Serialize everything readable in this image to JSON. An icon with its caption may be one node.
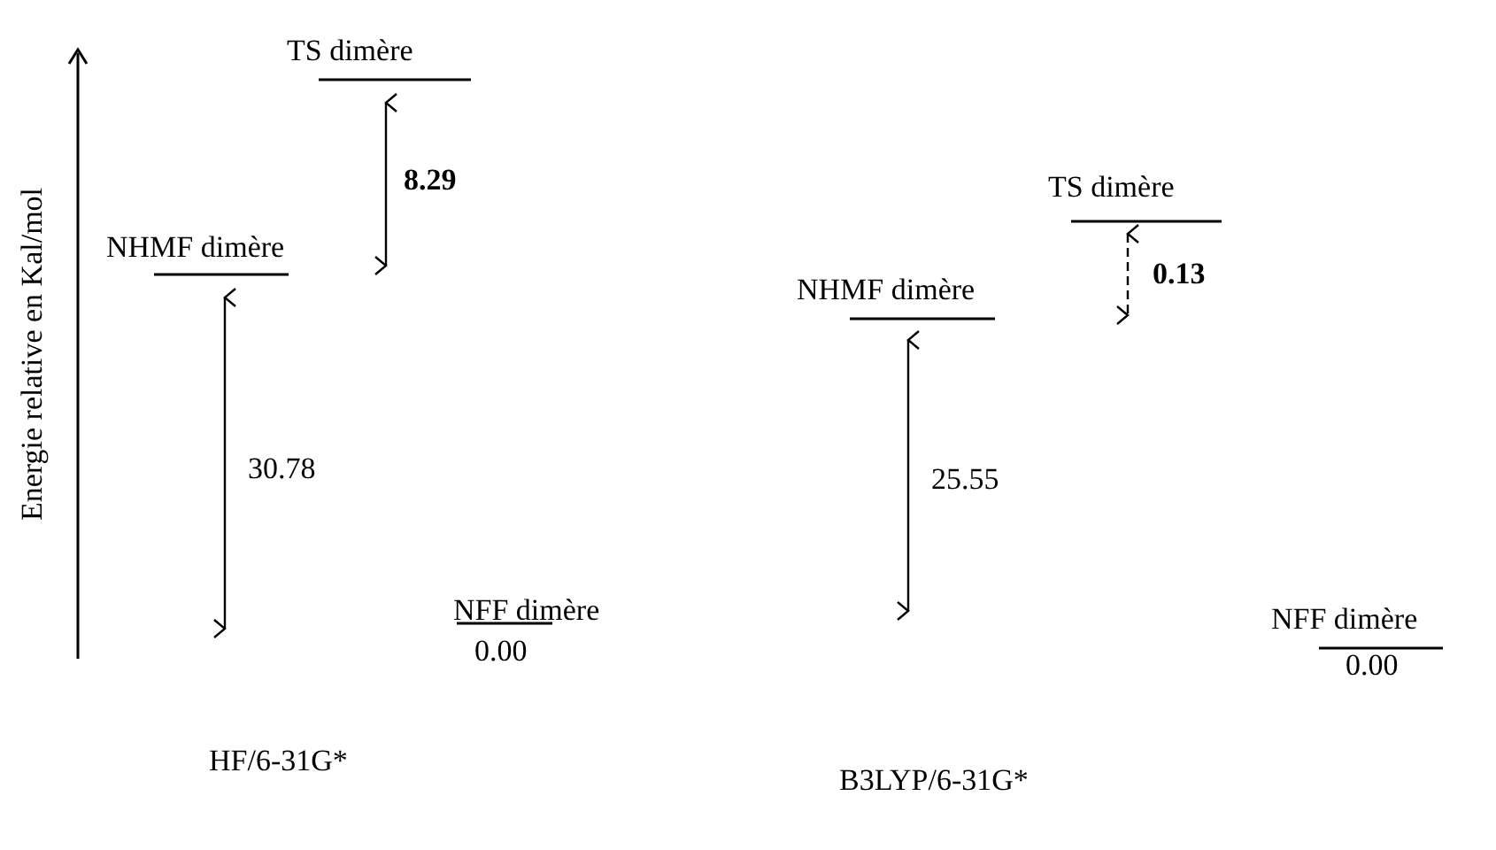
{
  "diagram": {
    "labels": [
      "Energie relative en Kal/mol",
      "TS dimère",
      "8.29",
      "NHMF dimère",
      "30.78",
      "NFF dimère",
      "0.00",
      "HF/6-31G*",
      "TS dimère",
      "0.13",
      "NHMF dimère",
      "25.55",
      "NFF dimère",
      "0.00",
      "B3LYP/6-31G*"
    ]
  }
}
